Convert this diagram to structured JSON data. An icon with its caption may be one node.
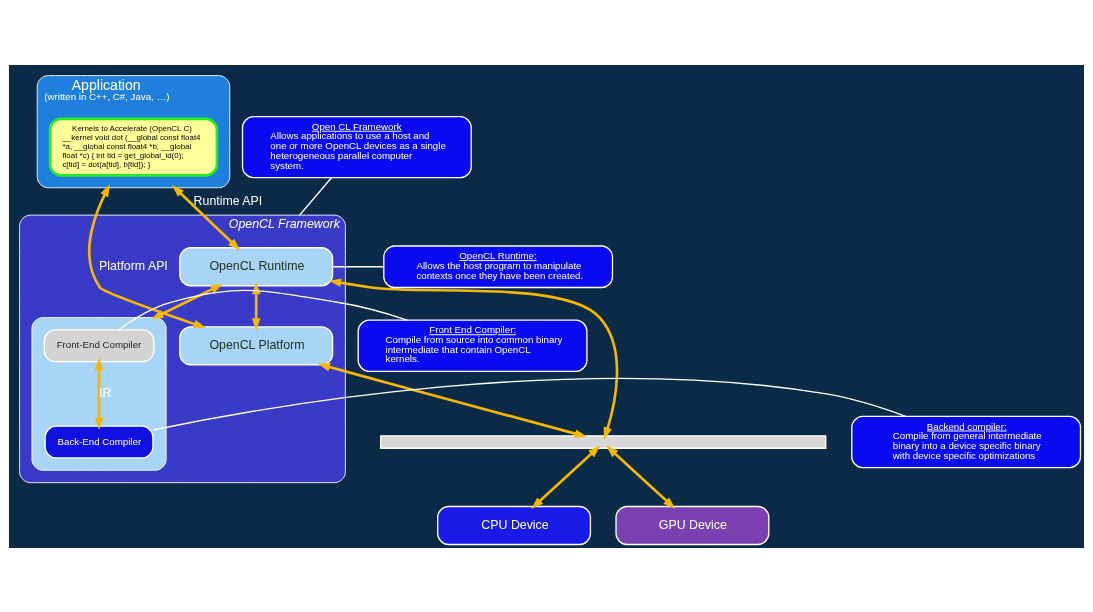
{
  "diagram": {
    "nodes": [
      {
        "text": [
          "Application",
          "(written in C++, C#, Java, …)"
        ]
      },
      {
        "text": [
          "Kernels to Accelerate (OpenCL C)",
          "__kernel void dot (__global const float4 *a, __global const float4 *b, __global float *c) { int tid = get_global_id(0); c[tid] = dot(a[tid], b[tid]); }"
        ],
        "in": 0
      },
      {
        "text": [
          "OpenCL Framework"
        ]
      },
      {
        "text": [
          "OpenCL Runtime"
        ],
        "in": 2
      },
      {
        "text": [
          "OpenCL Platform"
        ],
        "in": 2
      },
      {
        "text": [],
        "shape": "box",
        "in": 2
      },
      {
        "text": [
          "Front-End Compiler"
        ],
        "in": 5
      },
      {
        "text": [
          "Back-End Compiler"
        ],
        "in": 5
      },
      {
        "text": [],
        "shape": "bar"
      },
      {
        "text": [
          "CPU Device"
        ]
      },
      {
        "text": [
          "GPU Device"
        ]
      },
      {
        "text": [
          "Open CL Framework",
          "Allows applications to use a host and one or more OpenCL devices as a single heterogeneous parallel computer system."
        ]
      },
      {
        "text": [
          "OpenCL Runtime:",
          "Allows the host program to manipulate contexts once they have been created."
        ]
      },
      {
        "text": [
          "Front End Compiler:",
          "Compile from source into common binary intermediate that contain OpenCL kernels."
        ]
      },
      {
        "text": [
          "Backend compiler:",
          "Compile from general intermediate binary into a device specific binary with device specific optimizations"
        ]
      }
    ],
    "edges": [
      {
        "from": 0,
        "to": 4,
        "arrow": "both",
        "label": "Platform API"
      },
      {
        "from": 0,
        "to": 3,
        "arrow": "both",
        "label": "Runtime API"
      },
      {
        "from": 3,
        "to": 4,
        "arrow": "both"
      },
      {
        "from": 3,
        "to": 5,
        "arrow": "both"
      },
      {
        "from": 6,
        "to": 7,
        "arrow": "both",
        "label": "IR"
      },
      {
        "from": 3,
        "to": 8,
        "arrow": "both"
      },
      {
        "from": 4,
        "to": 8,
        "arrow": "both"
      },
      {
        "from": 8,
        "to": 9,
        "arrow": "both"
      },
      {
        "from": 8,
        "to": 10,
        "arrow": "both"
      },
      {
        "from": 11,
        "to": 2,
        "arrow": "none",
        "color": "#ffffff"
      },
      {
        "from": 12,
        "to": 3,
        "arrow": "none",
        "color": "#ffffff"
      },
      {
        "from": 13,
        "to": 6,
        "arrow": "none",
        "color": "#ffffff"
      },
      {
        "from": 14,
        "to": 7,
        "arrow": "none",
        "color": "#ffffff"
      }
    ]
  }
}
